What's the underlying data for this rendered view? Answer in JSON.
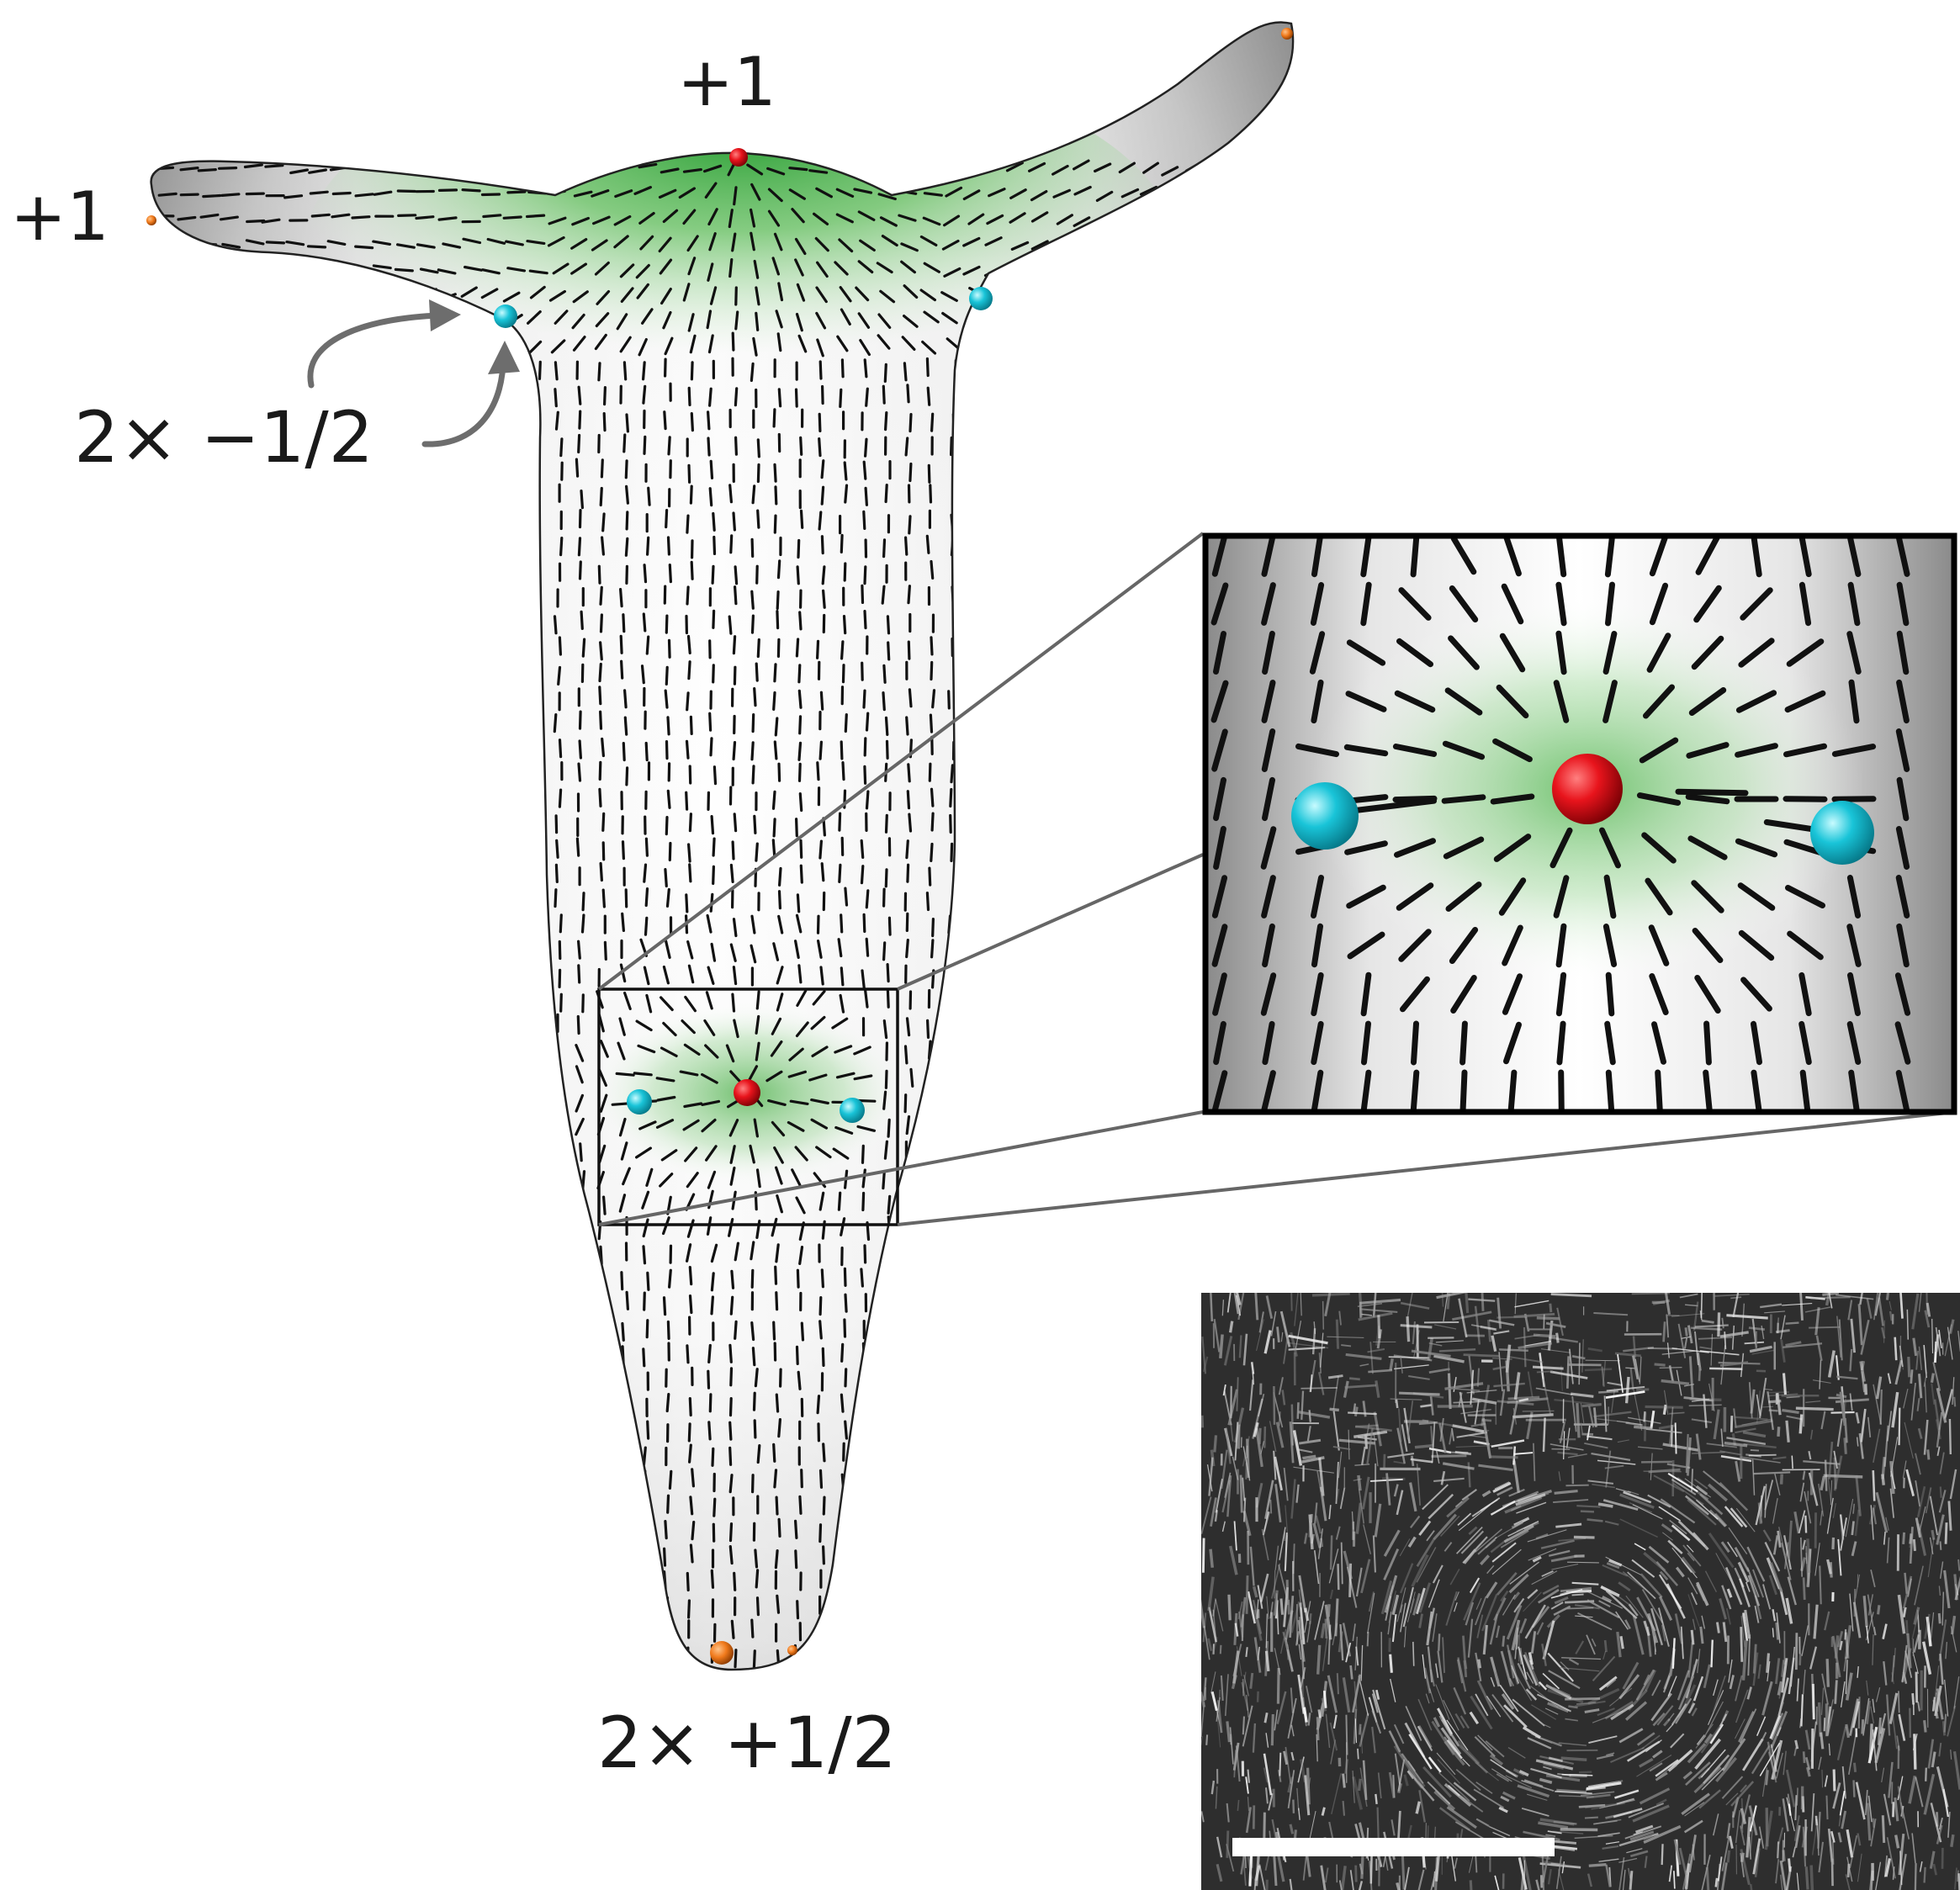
{
  "labels": {
    "top_defect": "+1",
    "left_tentacle_defect": "+1",
    "neck_defects": "2× −1/2",
    "foot_defects": "2× +1/2"
  },
  "colors": {
    "plus_one_defect": "#e8141c",
    "minus_half_defect": "#19c4d8",
    "plus_half_defect": "#f07a1c",
    "nematic_director": "#111111",
    "aster_highlight": "#6cc46a",
    "connector": "#666666"
  },
  "panels": {
    "zoom_inset": "magnified view of the boxed region around the +1 aster and its two −1/2 satellites",
    "micrograph": "grayscale microscopy image with scale bar"
  }
}
